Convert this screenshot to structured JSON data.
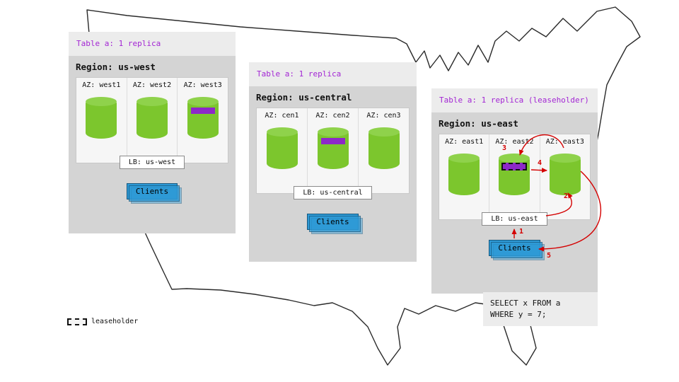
{
  "regions": [
    {
      "id": "us-west",
      "table_label": "Table a: 1 replica",
      "region_label": "Region: us-west",
      "lb_label": "LB: us-west",
      "clients_label": "Clients",
      "azs": [
        {
          "label": "AZ: west1",
          "replica": false,
          "leaseholder": false
        },
        {
          "label": "AZ: west2",
          "replica": false,
          "leaseholder": false
        },
        {
          "label": "AZ: west3",
          "replica": true,
          "leaseholder": false
        }
      ]
    },
    {
      "id": "us-central",
      "table_label": "Table a: 1 replica",
      "region_label": "Region: us-central",
      "lb_label": "LB: us-central",
      "clients_label": "Clients",
      "azs": [
        {
          "label": "AZ: cen1",
          "replica": false,
          "leaseholder": false
        },
        {
          "label": "AZ: cen2",
          "replica": true,
          "leaseholder": false
        },
        {
          "label": "AZ: cen3",
          "replica": false,
          "leaseholder": false
        }
      ]
    },
    {
      "id": "us-east",
      "table_label": "Table a: 1 replica (leaseholder)",
      "region_label": "Region: us-east",
      "lb_label": "LB: us-east",
      "clients_label": "Clients",
      "azs": [
        {
          "label": "AZ: east1",
          "replica": false,
          "leaseholder": false
        },
        {
          "label": "AZ: east2",
          "replica": true,
          "leaseholder": true
        },
        {
          "label": "AZ: east3",
          "replica": false,
          "leaseholder": false
        }
      ]
    }
  ],
  "sql_note": {
    "line1": "SELECT x FROM a",
    "line2": "WHERE y = 7;"
  },
  "arrow_labels": {
    "a1": "1",
    "a2": "2",
    "a3": "3",
    "a4": "4",
    "a5": "5"
  },
  "legend": {
    "label": "leaseholder"
  },
  "colors": {
    "replica_green": "#7cc62d",
    "replica_purple": "#8d28c8",
    "header_purple": "#a326d4",
    "clients_blue": "#2e9ad6",
    "arrow_red": "#d40000",
    "region_gray": "#d4d4d4",
    "panel_gray": "#ececec"
  }
}
